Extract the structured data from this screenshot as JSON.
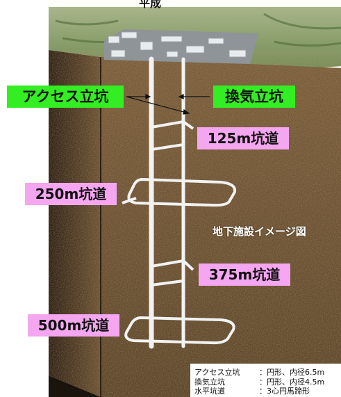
{
  "title_partial": "平成",
  "labels": {
    "access_shaft": "アクセス立坑",
    "vent_shaft": "換気立坑",
    "gallery_125": "125m坑道",
    "gallery_250": "250m坑道",
    "gallery_375": "375m坑道",
    "gallery_500": "500m坑道"
  },
  "caption": "地下施設イメージ図",
  "specs": [
    {
      "name": "アクセス立坑",
      "value": "：円形、内径6.5m"
    },
    {
      "name": "換気立坑",
      "value": "：円形、内径4.5m"
    },
    {
      "name": "水平坑道",
      "value": "：3心円馬蹄形"
    }
  ]
}
